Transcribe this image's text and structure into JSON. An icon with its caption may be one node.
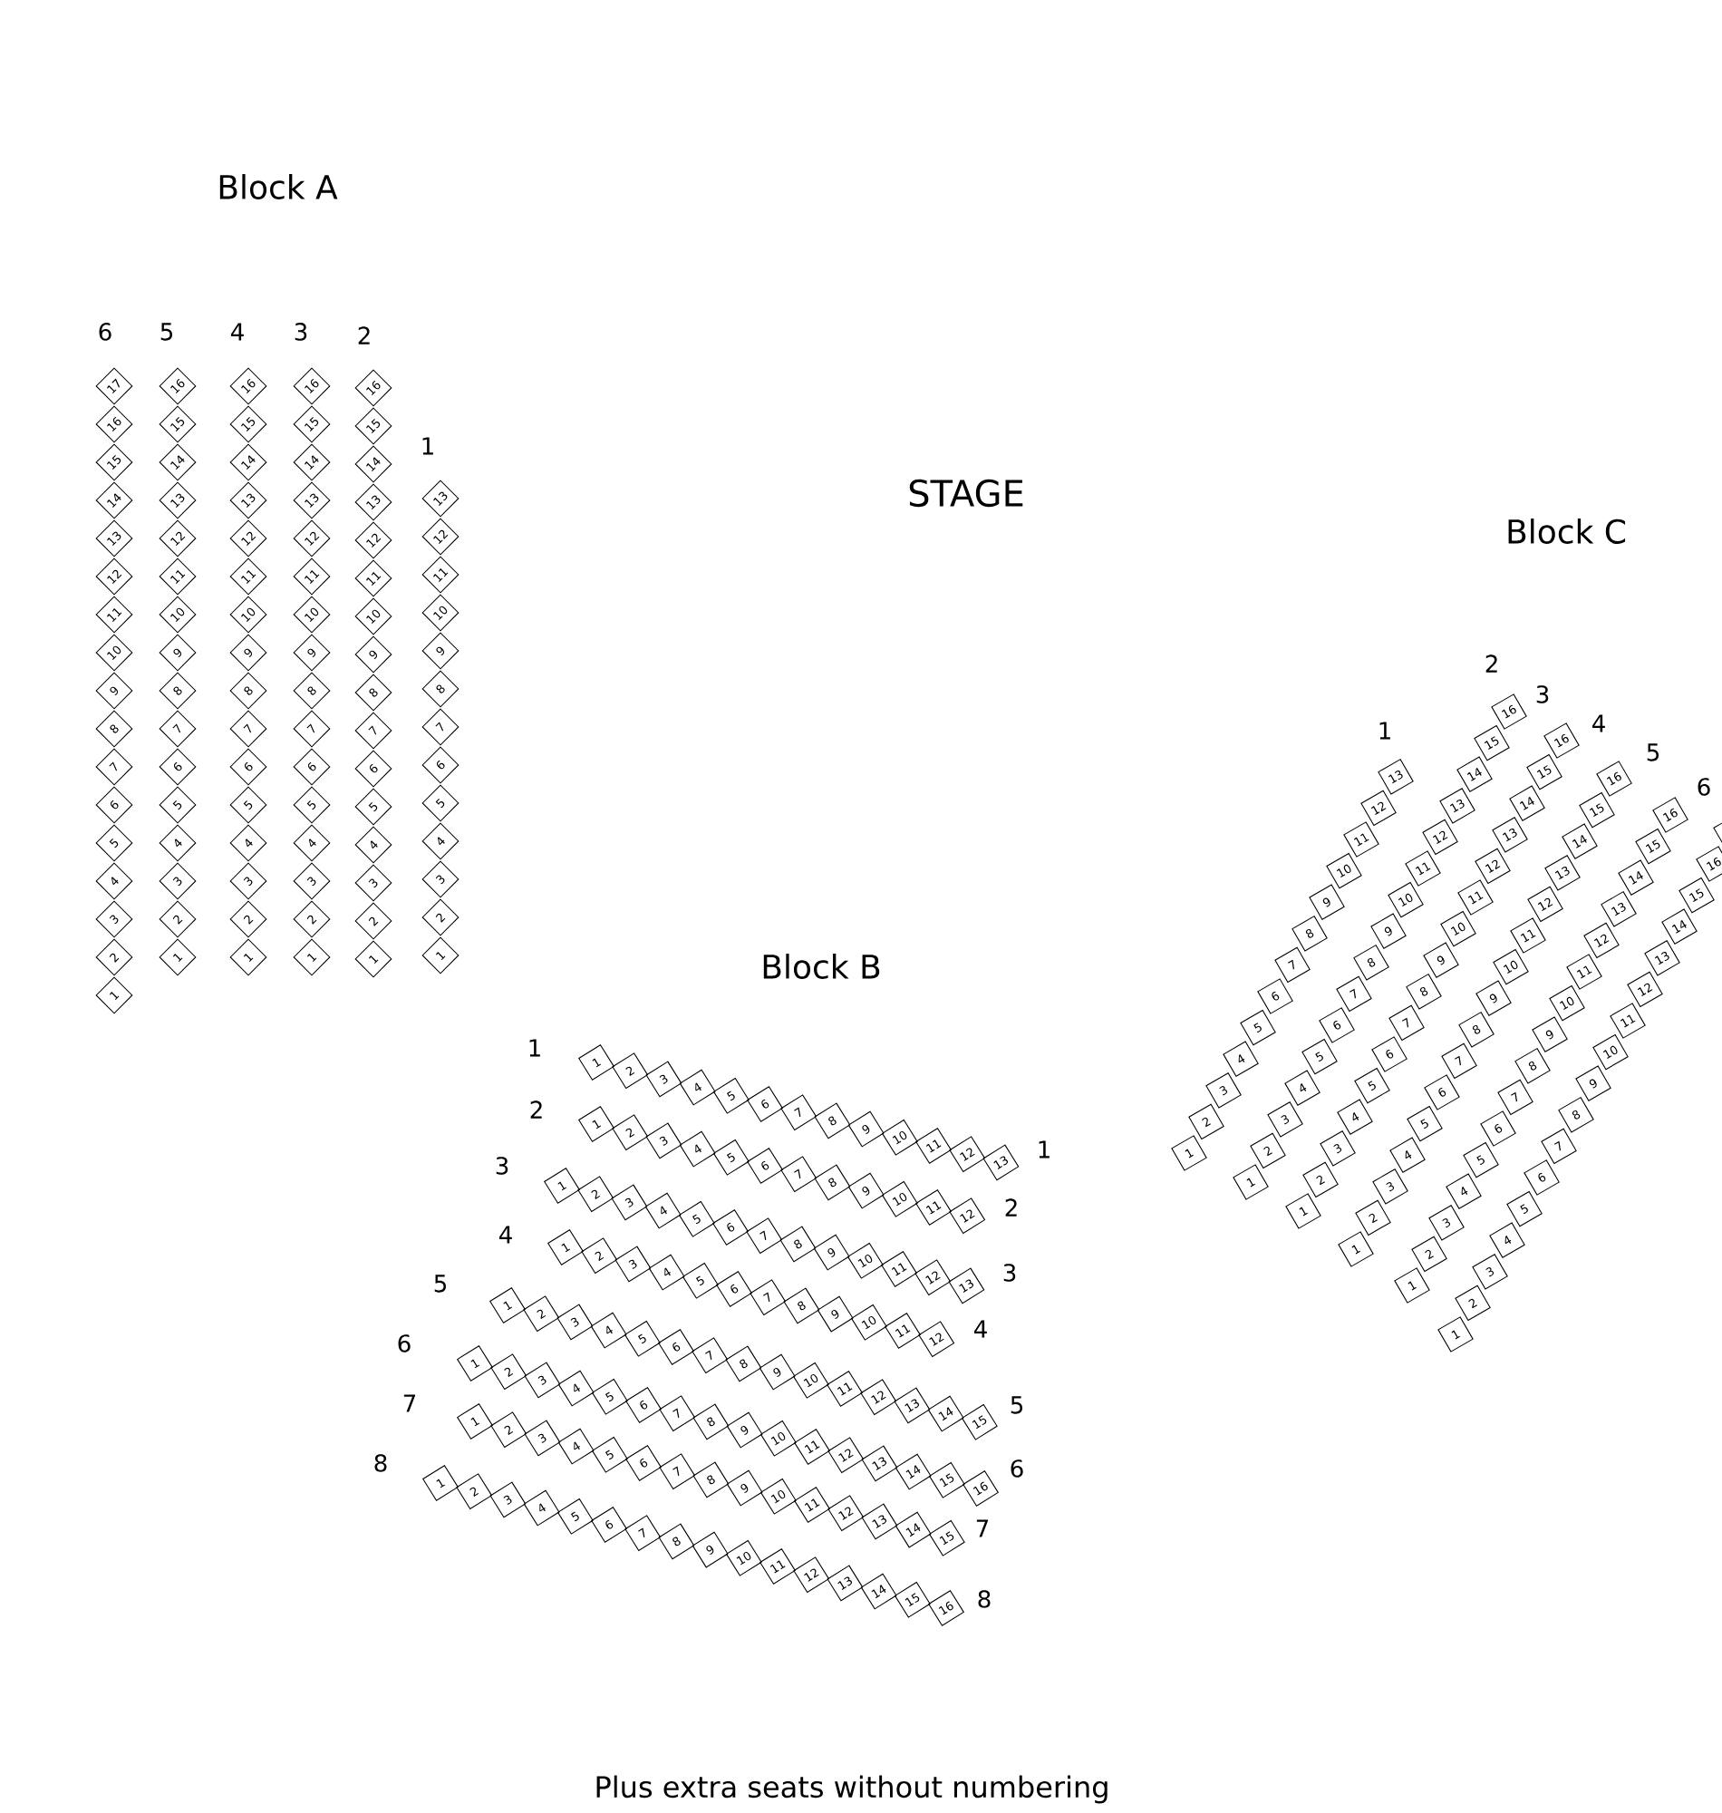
{
  "diagram": {
    "caption": "Plus extra seats without numbering",
    "nodes": [
      {
        "text": [
          "17"
        ]
      },
      {
        "text": [
          "16"
        ]
      },
      {
        "text": [
          "15"
        ]
      },
      {
        "text": [
          "14"
        ]
      },
      {
        "text": [
          "13"
        ]
      },
      {
        "text": [
          "12"
        ]
      },
      {
        "text": [
          "11"
        ]
      },
      {
        "text": [
          "10"
        ]
      },
      {
        "text": [
          "9"
        ]
      },
      {
        "text": [
          "8"
        ]
      },
      {
        "text": [
          "7"
        ]
      },
      {
        "text": [
          "6"
        ]
      },
      {
        "text": [
          "5"
        ]
      },
      {
        "text": [
          "4"
        ]
      },
      {
        "text": [
          "3"
        ]
      },
      {
        "text": [
          "2"
        ]
      },
      {
        "text": [
          "1"
        ]
      },
      {
        "text": [
          "16"
        ]
      },
      {
        "text": [
          "15"
        ]
      },
      {
        "text": [
          "14"
        ]
      },
      {
        "text": [
          "13"
        ]
      },
      {
        "text": [
          "12"
        ]
      },
      {
        "text": [
          "11"
        ]
      },
      {
        "text": [
          "10"
        ]
      },
      {
        "text": [
          "9"
        ]
      },
      {
        "text": [
          "8"
        ]
      },
      {
        "text": [
          "7"
        ]
      },
      {
        "text": [
          "6"
        ]
      },
      {
        "text": [
          "5"
        ]
      },
      {
        "text": [
          "4"
        ]
      },
      {
        "text": [
          "3"
        ]
      },
      {
        "text": [
          "2"
        ]
      },
      {
        "text": [
          "1"
        ]
      },
      {
        "text": [
          "16"
        ]
      },
      {
        "text": [
          "15"
        ]
      },
      {
        "text": [
          "14"
        ]
      },
      {
        "text": [
          "13"
        ]
      },
      {
        "text": [
          "12"
        ]
      },
      {
        "text": [
          "11"
        ]
      },
      {
        "text": [
          "10"
        ]
      },
      {
        "text": [
          "9"
        ]
      },
      {
        "text": [
          "8"
        ]
      },
      {
        "text": [
          "7"
        ]
      },
      {
        "text": [
          "6"
        ]
      },
      {
        "text": [
          "5"
        ]
      },
      {
        "text": [
          "4"
        ]
      },
      {
        "text": [
          "3"
        ]
      },
      {
        "text": [
          "2"
        ]
      },
      {
        "text": [
          "1"
        ]
      },
      {
        "text": [
          "16"
        ]
      },
      {
        "text": [
          "15"
        ]
      },
      {
        "text": [
          "14"
        ]
      },
      {
        "text": [
          "13"
        ]
      },
      {
        "text": [
          "12"
        ]
      },
      {
        "text": [
          "11"
        ]
      },
      {
        "text": [
          "10"
        ]
      },
      {
        "text": [
          "9"
        ]
      },
      {
        "text": [
          "8"
        ]
      },
      {
        "text": [
          "7"
        ]
      },
      {
        "text": [
          "6"
        ]
      },
      {
        "text": [
          "5"
        ]
      },
      {
        "text": [
          "4"
        ]
      },
      {
        "text": [
          "3"
        ]
      },
      {
        "text": [
          "2"
        ]
      },
      {
        "text": [
          "1"
        ]
      },
      {
        "text": [
          "16"
        ]
      },
      {
        "text": [
          "15"
        ]
      },
      {
        "text": [
          "14"
        ]
      },
      {
        "text": [
          "13"
        ]
      },
      {
        "text": [
          "12"
        ]
      },
      {
        "text": [
          "11"
        ]
      },
      {
        "text": [
          "10"
        ]
      },
      {
        "text": [
          "9"
        ]
      },
      {
        "text": [
          "8"
        ]
      },
      {
        "text": [
          "7"
        ]
      },
      {
        "text": [
          "6"
        ]
      },
      {
        "text": [
          "5"
        ]
      },
      {
        "text": [
          "4"
        ]
      },
      {
        "text": [
          "3"
        ]
      },
      {
        "text": [
          "2"
        ]
      },
      {
        "text": [
          "1"
        ]
      },
      {
        "text": [
          "13"
        ]
      },
      {
        "text": [
          "12"
        ]
      },
      {
        "text": [
          "11"
        ]
      },
      {
        "text": [
          "10"
        ]
      },
      {
        "text": [
          "9"
        ]
      },
      {
        "text": [
          "8"
        ]
      },
      {
        "text": [
          "7"
        ]
      },
      {
        "text": [
          "6"
        ]
      },
      {
        "text": [
          "5"
        ]
      },
      {
        "text": [
          "4"
        ]
      },
      {
        "text": [
          "3"
        ]
      },
      {
        "text": [
          "2"
        ]
      },
      {
        "text": [
          "1"
        ]
      },
      {
        "text": [
          "1"
        ]
      },
      {
        "text": [
          "2"
        ]
      },
      {
        "text": [
          "3"
        ]
      },
      {
        "text": [
          "4"
        ]
      },
      {
        "text": [
          "5"
        ]
      },
      {
        "text": [
          "6"
        ]
      },
      {
        "text": [
          "7"
        ]
      },
      {
        "text": [
          "8"
        ]
      },
      {
        "text": [
          "9"
        ]
      },
      {
        "text": [
          "10"
        ]
      },
      {
        "text": [
          "11"
        ]
      },
      {
        "text": [
          "12"
        ]
      },
      {
        "text": [
          "13"
        ]
      },
      {
        "text": [
          "1"
        ]
      },
      {
        "text": [
          "2"
        ]
      },
      {
        "text": [
          "3"
        ]
      },
      {
        "text": [
          "4"
        ]
      },
      {
        "text": [
          "5"
        ]
      },
      {
        "text": [
          "6"
        ]
      },
      {
        "text": [
          "7"
        ]
      },
      {
        "text": [
          "8"
        ]
      },
      {
        "text": [
          "9"
        ]
      },
      {
        "text": [
          "10"
        ]
      },
      {
        "text": [
          "11"
        ]
      },
      {
        "text": [
          "12"
        ]
      },
      {
        "text": [
          "1"
        ]
      },
      {
        "text": [
          "2"
        ]
      },
      {
        "text": [
          "3"
        ]
      },
      {
        "text": [
          "4"
        ]
      },
      {
        "text": [
          "5"
        ]
      },
      {
        "text": [
          "6"
        ]
      },
      {
        "text": [
          "7"
        ]
      },
      {
        "text": [
          "8"
        ]
      },
      {
        "text": [
          "9"
        ]
      },
      {
        "text": [
          "10"
        ]
      },
      {
        "text": [
          "11"
        ]
      },
      {
        "text": [
          "12"
        ]
      },
      {
        "text": [
          "13"
        ]
      },
      {
        "text": [
          "1"
        ]
      },
      {
        "text": [
          "2"
        ]
      },
      {
        "text": [
          "3"
        ]
      },
      {
        "text": [
          "4"
        ]
      },
      {
        "text": [
          "5"
        ]
      },
      {
        "text": [
          "6"
        ]
      },
      {
        "text": [
          "7"
        ]
      },
      {
        "text": [
          "8"
        ]
      },
      {
        "text": [
          "9"
        ]
      },
      {
        "text": [
          "10"
        ]
      },
      {
        "text": [
          "11"
        ]
      },
      {
        "text": [
          "12"
        ]
      },
      {
        "text": [
          "1"
        ]
      },
      {
        "text": [
          "2"
        ]
      },
      {
        "text": [
          "3"
        ]
      },
      {
        "text": [
          "4"
        ]
      },
      {
        "text": [
          "5"
        ]
      },
      {
        "text": [
          "6"
        ]
      },
      {
        "text": [
          "7"
        ]
      },
      {
        "text": [
          "8"
        ]
      },
      {
        "text": [
          "9"
        ]
      },
      {
        "text": [
          "10"
        ]
      },
      {
        "text": [
          "11"
        ]
      },
      {
        "text": [
          "12"
        ]
      },
      {
        "text": [
          "13"
        ]
      },
      {
        "text": [
          "14"
        ]
      },
      {
        "text": [
          "15"
        ]
      },
      {
        "text": [
          "1"
        ]
      },
      {
        "text": [
          "2"
        ]
      },
      {
        "text": [
          "3"
        ]
      },
      {
        "text": [
          "4"
        ]
      },
      {
        "text": [
          "5"
        ]
      },
      {
        "text": [
          "6"
        ]
      },
      {
        "text": [
          "7"
        ]
      },
      {
        "text": [
          "8"
        ]
      },
      {
        "text": [
          "9"
        ]
      },
      {
        "text": [
          "10"
        ]
      },
      {
        "text": [
          "11"
        ]
      },
      {
        "text": [
          "12"
        ]
      },
      {
        "text": [
          "13"
        ]
      },
      {
        "text": [
          "14"
        ]
      },
      {
        "text": [
          "15"
        ]
      },
      {
        "text": [
          "16"
        ]
      },
      {
        "text": [
          "1"
        ]
      },
      {
        "text": [
          "2"
        ]
      },
      {
        "text": [
          "3"
        ]
      },
      {
        "text": [
          "4"
        ]
      },
      {
        "text": [
          "5"
        ]
      },
      {
        "text": [
          "6"
        ]
      },
      {
        "text": [
          "7"
        ]
      },
      {
        "text": [
          "8"
        ]
      },
      {
        "text": [
          "9"
        ]
      },
      {
        "text": [
          "10"
        ]
      },
      {
        "text": [
          "11"
        ]
      },
      {
        "text": [
          "12"
        ]
      },
      {
        "text": [
          "13"
        ]
      },
      {
        "text": [
          "14"
        ]
      },
      {
        "text": [
          "15"
        ]
      },
      {
        "text": [
          "1"
        ]
      },
      {
        "text": [
          "2"
        ]
      },
      {
        "text": [
          "3"
        ]
      },
      {
        "text": [
          "4"
        ]
      },
      {
        "text": [
          "5"
        ]
      },
      {
        "text": [
          "6"
        ]
      },
      {
        "text": [
          "7"
        ]
      },
      {
        "text": [
          "8"
        ]
      },
      {
        "text": [
          "9"
        ]
      },
      {
        "text": [
          "10"
        ]
      },
      {
        "text": [
          "11"
        ]
      },
      {
        "text": [
          "12"
        ]
      },
      {
        "text": [
          "13"
        ]
      },
      {
        "text": [
          "14"
        ]
      },
      {
        "text": [
          "15"
        ]
      },
      {
        "text": [
          "16"
        ]
      },
      {
        "text": [
          "1"
        ]
      },
      {
        "text": [
          "2"
        ]
      },
      {
        "text": [
          "3"
        ]
      },
      {
        "text": [
          "4"
        ]
      },
      {
        "text": [
          "5"
        ]
      },
      {
        "text": [
          "6"
        ]
      },
      {
        "text": [
          "7"
        ]
      },
      {
        "text": [
          "8"
        ]
      },
      {
        "text": [
          "9"
        ]
      },
      {
        "text": [
          "10"
        ]
      },
      {
        "text": [
          "11"
        ]
      },
      {
        "text": [
          "12"
        ]
      },
      {
        "text": [
          "13"
        ]
      },
      {
        "text": [
          "1"
        ]
      },
      {
        "text": [
          "2"
        ]
      },
      {
        "text": [
          "3"
        ]
      },
      {
        "text": [
          "4"
        ]
      },
      {
        "text": [
          "5"
        ]
      },
      {
        "text": [
          "6"
        ]
      },
      {
        "text": [
          "7"
        ]
      },
      {
        "text": [
          "8"
        ]
      },
      {
        "text": [
          "9"
        ]
      },
      {
        "text": [
          "10"
        ]
      },
      {
        "text": [
          "11"
        ]
      },
      {
        "text": [
          "12"
        ]
      },
      {
        "text": [
          "13"
        ]
      },
      {
        "text": [
          "14"
        ]
      },
      {
        "text": [
          "15"
        ]
      },
      {
        "text": [
          "16"
        ]
      },
      {
        "text": [
          "1"
        ]
      },
      {
        "text": [
          "2"
        ]
      },
      {
        "text": [
          "3"
        ]
      },
      {
        "text": [
          "4"
        ]
      },
      {
        "text": [
          "5"
        ]
      },
      {
        "text": [
          "6"
        ]
      },
      {
        "text": [
          "7"
        ]
      },
      {
        "text": [
          "8"
        ]
      },
      {
        "text": [
          "9"
        ]
      },
      {
        "text": [
          "10"
        ]
      },
      {
        "text": [
          "11"
        ]
      },
      {
        "text": [
          "12"
        ]
      },
      {
        "text": [
          "13"
        ]
      },
      {
        "text": [
          "14"
        ]
      },
      {
        "text": [
          "15"
        ]
      },
      {
        "text": [
          "16"
        ]
      },
      {
        "text": [
          "1"
        ]
      },
      {
        "text": [
          "2"
        ]
      },
      {
        "text": [
          "3"
        ]
      },
      {
        "text": [
          "4"
        ]
      },
      {
        "text": [
          "5"
        ]
      },
      {
        "text": [
          "6"
        ]
      },
      {
        "text": [
          "7"
        ]
      },
      {
        "text": [
          "8"
        ]
      },
      {
        "text": [
          "9"
        ]
      },
      {
        "text": [
          "10"
        ]
      },
      {
        "text": [
          "11"
        ]
      },
      {
        "text": [
          "12"
        ]
      },
      {
        "text": [
          "13"
        ]
      },
      {
        "text": [
          "14"
        ]
      },
      {
        "text": [
          "15"
        ]
      },
      {
        "text": [
          "16"
        ]
      },
      {
        "text": [
          "1"
        ]
      },
      {
        "text": [
          "2"
        ]
      },
      {
        "text": [
          "3"
        ]
      },
      {
        "text": [
          "4"
        ]
      },
      {
        "text": [
          "5"
        ]
      },
      {
        "text": [
          "6"
        ]
      },
      {
        "text": [
          "7"
        ]
      },
      {
        "text": [
          "8"
        ]
      },
      {
        "text": [
          "9"
        ]
      },
      {
        "text": [
          "10"
        ]
      },
      {
        "text": [
          "11"
        ]
      },
      {
        "text": [
          "12"
        ]
      },
      {
        "text": [
          "13"
        ]
      },
      {
        "text": [
          "14"
        ]
      },
      {
        "text": [
          "15"
        ]
      },
      {
        "text": [
          "16"
        ]
      },
      {
        "text": [
          "1"
        ]
      },
      {
        "text": [
          "2"
        ]
      },
      {
        "text": [
          "3"
        ]
      },
      {
        "text": [
          "4"
        ]
      },
      {
        "text": [
          "5"
        ]
      },
      {
        "text": [
          "6"
        ]
      },
      {
        "text": [
          "7"
        ]
      },
      {
        "text": [
          "8"
        ]
      },
      {
        "text": [
          "9"
        ]
      },
      {
        "text": [
          "10"
        ]
      },
      {
        "text": [
          "11"
        ]
      },
      {
        "text": [
          "12"
        ]
      },
      {
        "text": [
          "13"
        ]
      },
      {
        "text": [
          "14"
        ]
      },
      {
        "text": [
          "15"
        ]
      },
      {
        "text": [
          "16"
        ]
      },
      {
        "text": [],
        "shape": "box"
      }
    ],
    "labels": [
      "Block A",
      "6",
      "5",
      "4",
      "3",
      "2",
      "1",
      "STAGE",
      "Block C",
      "2",
      "3",
      "4",
      "1",
      "5",
      "6",
      "Block B",
      "1",
      "2",
      "3",
      "4",
      "5",
      "6",
      "7",
      "8",
      "1",
      "2",
      "3",
      "4",
      "5",
      "6",
      "7",
      "8"
    ]
  }
}
